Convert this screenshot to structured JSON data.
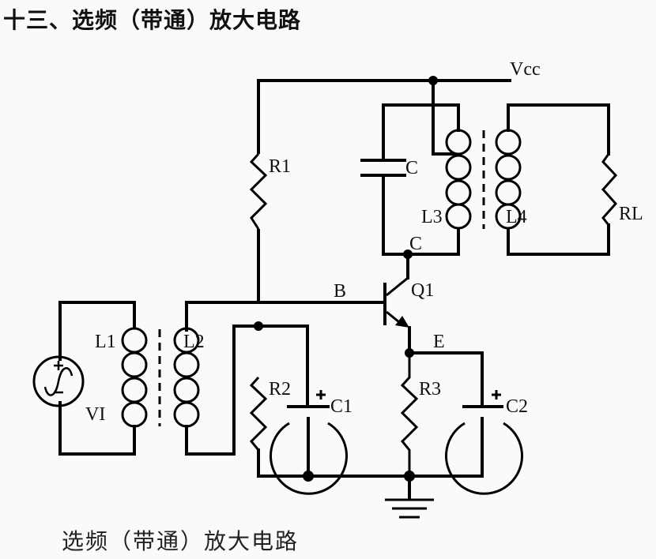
{
  "title": "十三、选频（带通）放大电路",
  "caption": "选频（带通）放大电路",
  "labels": {
    "vcc": "Vcc",
    "r1": "R1",
    "c": "C",
    "l3": "L3",
    "l4": "L4",
    "rl": "RL",
    "collector": "C",
    "base": "B",
    "q1": "Q1",
    "emitter": "E",
    "l1": "L1",
    "l2": "L2",
    "vi": "VI",
    "r2": "R2",
    "c1": "C1",
    "r3": "R3",
    "c2": "C2"
  }
}
